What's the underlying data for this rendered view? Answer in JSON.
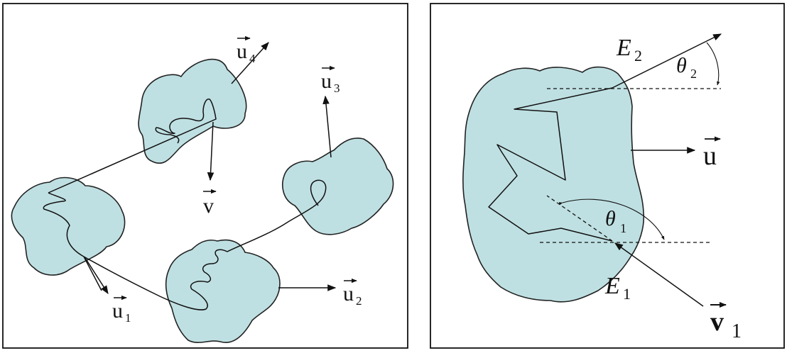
{
  "left_panel": {
    "labels": {
      "u1": {
        "base": "u",
        "sub": "1"
      },
      "u2": {
        "base": "u",
        "sub": "2"
      },
      "u3": {
        "base": "u",
        "sub": "3"
      },
      "u4": {
        "base": "u",
        "sub": "4"
      },
      "v": {
        "base": "v"
      }
    }
  },
  "right_panel": {
    "labels": {
      "E2": {
        "base": "E",
        "sub": "2"
      },
      "E1": {
        "base": "E",
        "sub": "1"
      },
      "theta2": {
        "base": "θ",
        "sub": "2"
      },
      "theta1": {
        "base": "θ",
        "sub": "1"
      },
      "u": {
        "base": "u"
      },
      "v1": {
        "base": "v",
        "sub": "1"
      }
    }
  },
  "colors": {
    "cloud_fill": "#bfe0e2",
    "stroke": "#111111",
    "background": "#ffffff"
  }
}
